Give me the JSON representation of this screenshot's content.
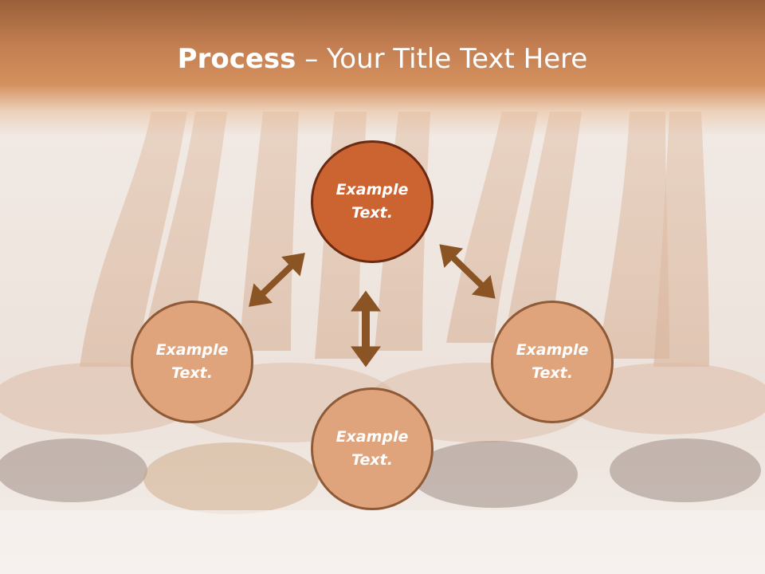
{
  "title": {
    "bold_part": "Process",
    "dash": " – ",
    "rest": "Your Title Text Here"
  },
  "nodes": {
    "top": {
      "text": "Example Text."
    },
    "left": {
      "text": "Example Text."
    },
    "right": {
      "text": "Example Text."
    },
    "bottom": {
      "text": "Example Text."
    }
  },
  "colors": {
    "header": "#c47f52",
    "accent_node": "#cc6431",
    "node": "#dfa47b",
    "arrow": "#8b5424"
  },
  "icons": {
    "arrows": "double-headed-arrow"
  }
}
